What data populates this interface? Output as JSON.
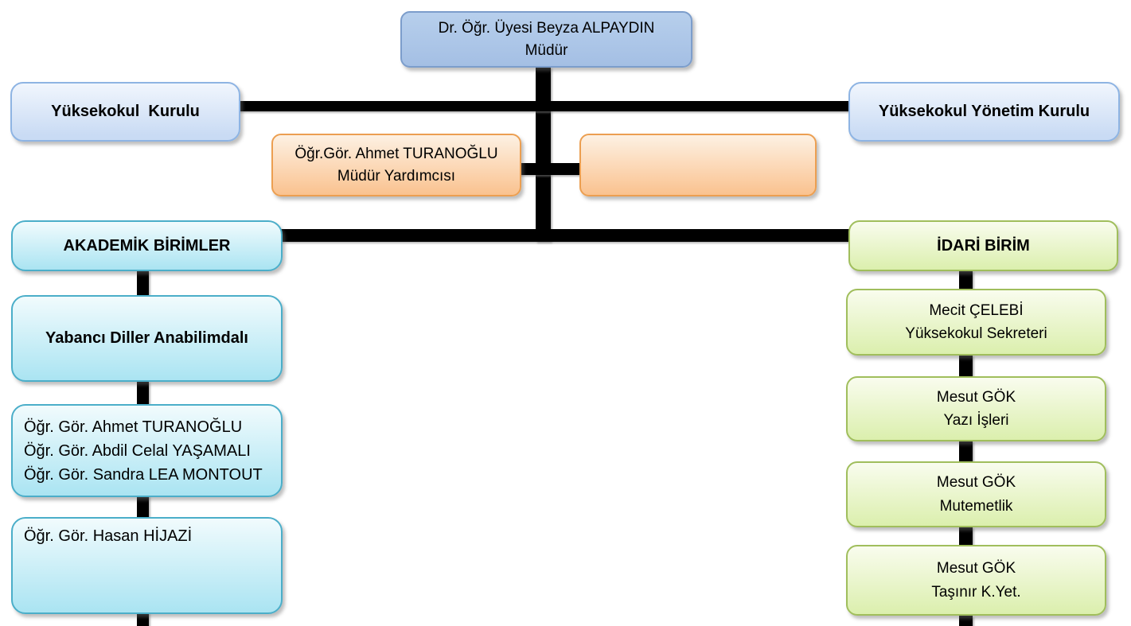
{
  "diagram": {
    "type": "org-chart",
    "colors": {
      "connector": "#000000",
      "director_fill": "#AECAE9",
      "director_border": "#7C9DCB",
      "board_fill": "#D6E3F6",
      "board_border": "#8EB4E3",
      "deputy_fill": "#FBD2A5",
      "deputy_border": "#EC9F51",
      "academic_fill": "#C5EBF6",
      "academic_border": "#4BAEC9",
      "admin_fill": "#E5F3C0",
      "admin_border": "#A0BE5C"
    },
    "nodes": {
      "mudur": {
        "line1": "Dr. Öğr. Üyesi Beyza ALPAYDIN",
        "line2": "Müdür"
      },
      "kurul": {
        "line1": "Yüksekokul  Kurulu"
      },
      "yonetim_kurul": {
        "line1": "Yüksekokul Yönetim Kurulu"
      },
      "mudur_yardimcisi": {
        "line1": "Öğr.Gör. Ahmet TURANOĞLU",
        "line2": "Müdür Yardımcısı"
      },
      "empty_deputy": {
        "line1": ""
      },
      "akademik_birimler": {
        "line1": "AKADEMİK BİRİMLER"
      },
      "yabanci_diller": {
        "line1": "Yabancı Diller Anabilimdalı"
      },
      "ogretim_gorevlileri": {
        "line1": "Öğr. Gör. Ahmet TURANOĞLU",
        "line2": "Öğr. Gör. Abdil Celal YAŞAMALI",
        "line3": "Öğr. Gör. Sandra LEA MONTOUT"
      },
      "hasan_hijazi": {
        "line1": "Öğr. Gör. Hasan HİJAZİ"
      },
      "idari_birim": {
        "line1": "İDARİ BİRİM"
      },
      "yuksekokul_sekreteri": {
        "line1": "Mecit ÇELEBİ",
        "line2": "Yüksekokul Sekreteri"
      },
      "yazi_isleri": {
        "line1": "Mesut GÖK",
        "line2": "Yazı İşleri"
      },
      "mutemetlik": {
        "line1": "Mesut GÖK",
        "line2": "Mutemetlik"
      },
      "tasinir": {
        "line1": "Mesut GÖK",
        "line2": "Taşınır K.Yet."
      }
    }
  }
}
